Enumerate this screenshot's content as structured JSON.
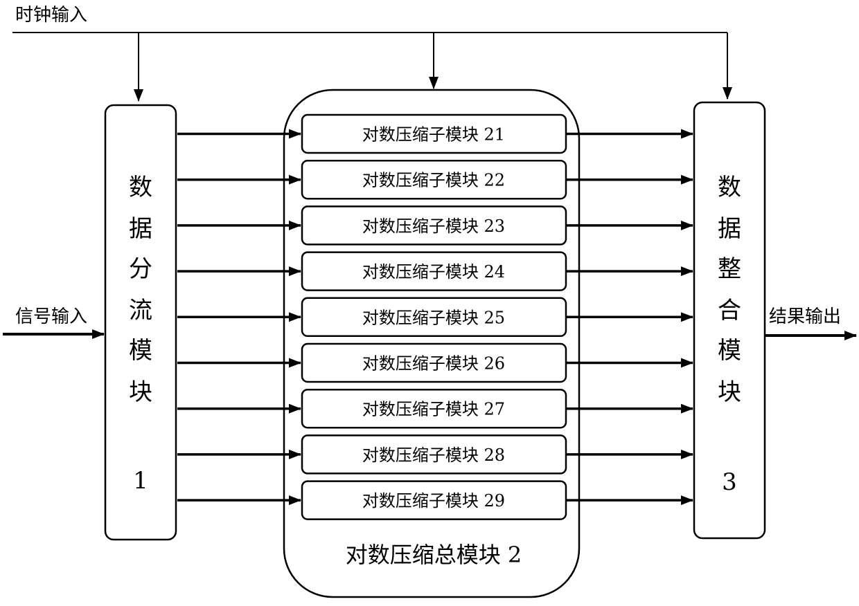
{
  "inputs": {
    "clock": "时钟输入",
    "signal": "信号输入"
  },
  "output": "结果输出",
  "split_module": {
    "chars": [
      "数",
      "据",
      "分",
      "流",
      "模",
      "块"
    ],
    "number": "1"
  },
  "compress_module": {
    "label": "对数压缩总模块 2",
    "submodules": [
      "对数压缩子模块 21",
      "对数压缩子模块 22",
      "对数压缩子模块 23",
      "对数压缩子模块 24",
      "对数压缩子模块 25",
      "对数压缩子模块 26",
      "对数压缩子模块 27",
      "对数压缩子模块 28",
      "对数压缩子模块 29"
    ]
  },
  "merge_module": {
    "chars": [
      "数",
      "据",
      "整",
      "合",
      "模",
      "块"
    ],
    "number": "3"
  }
}
